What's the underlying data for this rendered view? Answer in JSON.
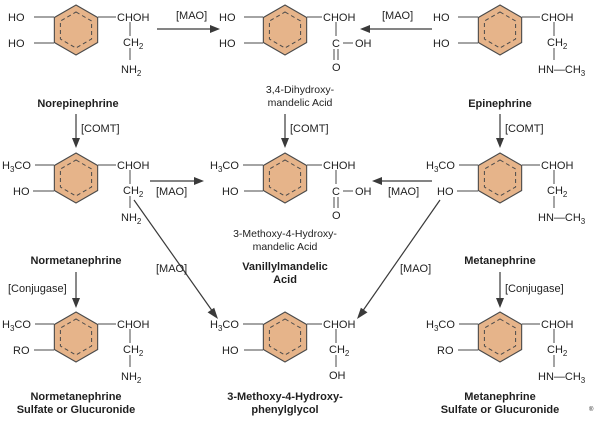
{
  "enzymes": {
    "mao": "[MAO]",
    "comt": "[COMT]",
    "conjugase": "[Conjugase]"
  },
  "labels": {
    "norepinephrine": "Norepinephrine",
    "epinephrine": "Epinephrine",
    "dhma": [
      "3,4-Dihydroxy-",
      "mandelic Acid"
    ],
    "mhma": [
      "3-Methoxy-4-Hydroxy-",
      "mandelic Acid"
    ],
    "vma": [
      "Vanillylmandelic",
      "Acid"
    ],
    "normetanephrine": "Normetanephrine",
    "metanephrine": "Metanephrine",
    "normet_conj": [
      "Normetanephrine",
      "Sulfate or Glucuronide"
    ],
    "met_conj": [
      "Metanephrine",
      "Sulfate or Glucuronide"
    ],
    "mhpg": [
      "3-Methoxy-4-Hydroxy-",
      "phenylglycol"
    ]
  },
  "groups": {
    "ho": "HO",
    "h3co_pre": "H",
    "h3co_sub": "3",
    "h3co_post": "CO",
    "ro": "RO",
    "choh": "CHOH",
    "ch2_pre": "CH",
    "ch2_sub": "2",
    "nh2_pre": "NH",
    "nh2_sub": "2",
    "hn_ch3_pre": "HN",
    "hn_ch3_dash": "—",
    "hn_ch3_ch": "CH",
    "hn_ch3_sub": "3",
    "c": "C",
    "o": "O",
    "oh": "OH",
    "dash_oh": "—OH"
  },
  "watermark": "®"
}
